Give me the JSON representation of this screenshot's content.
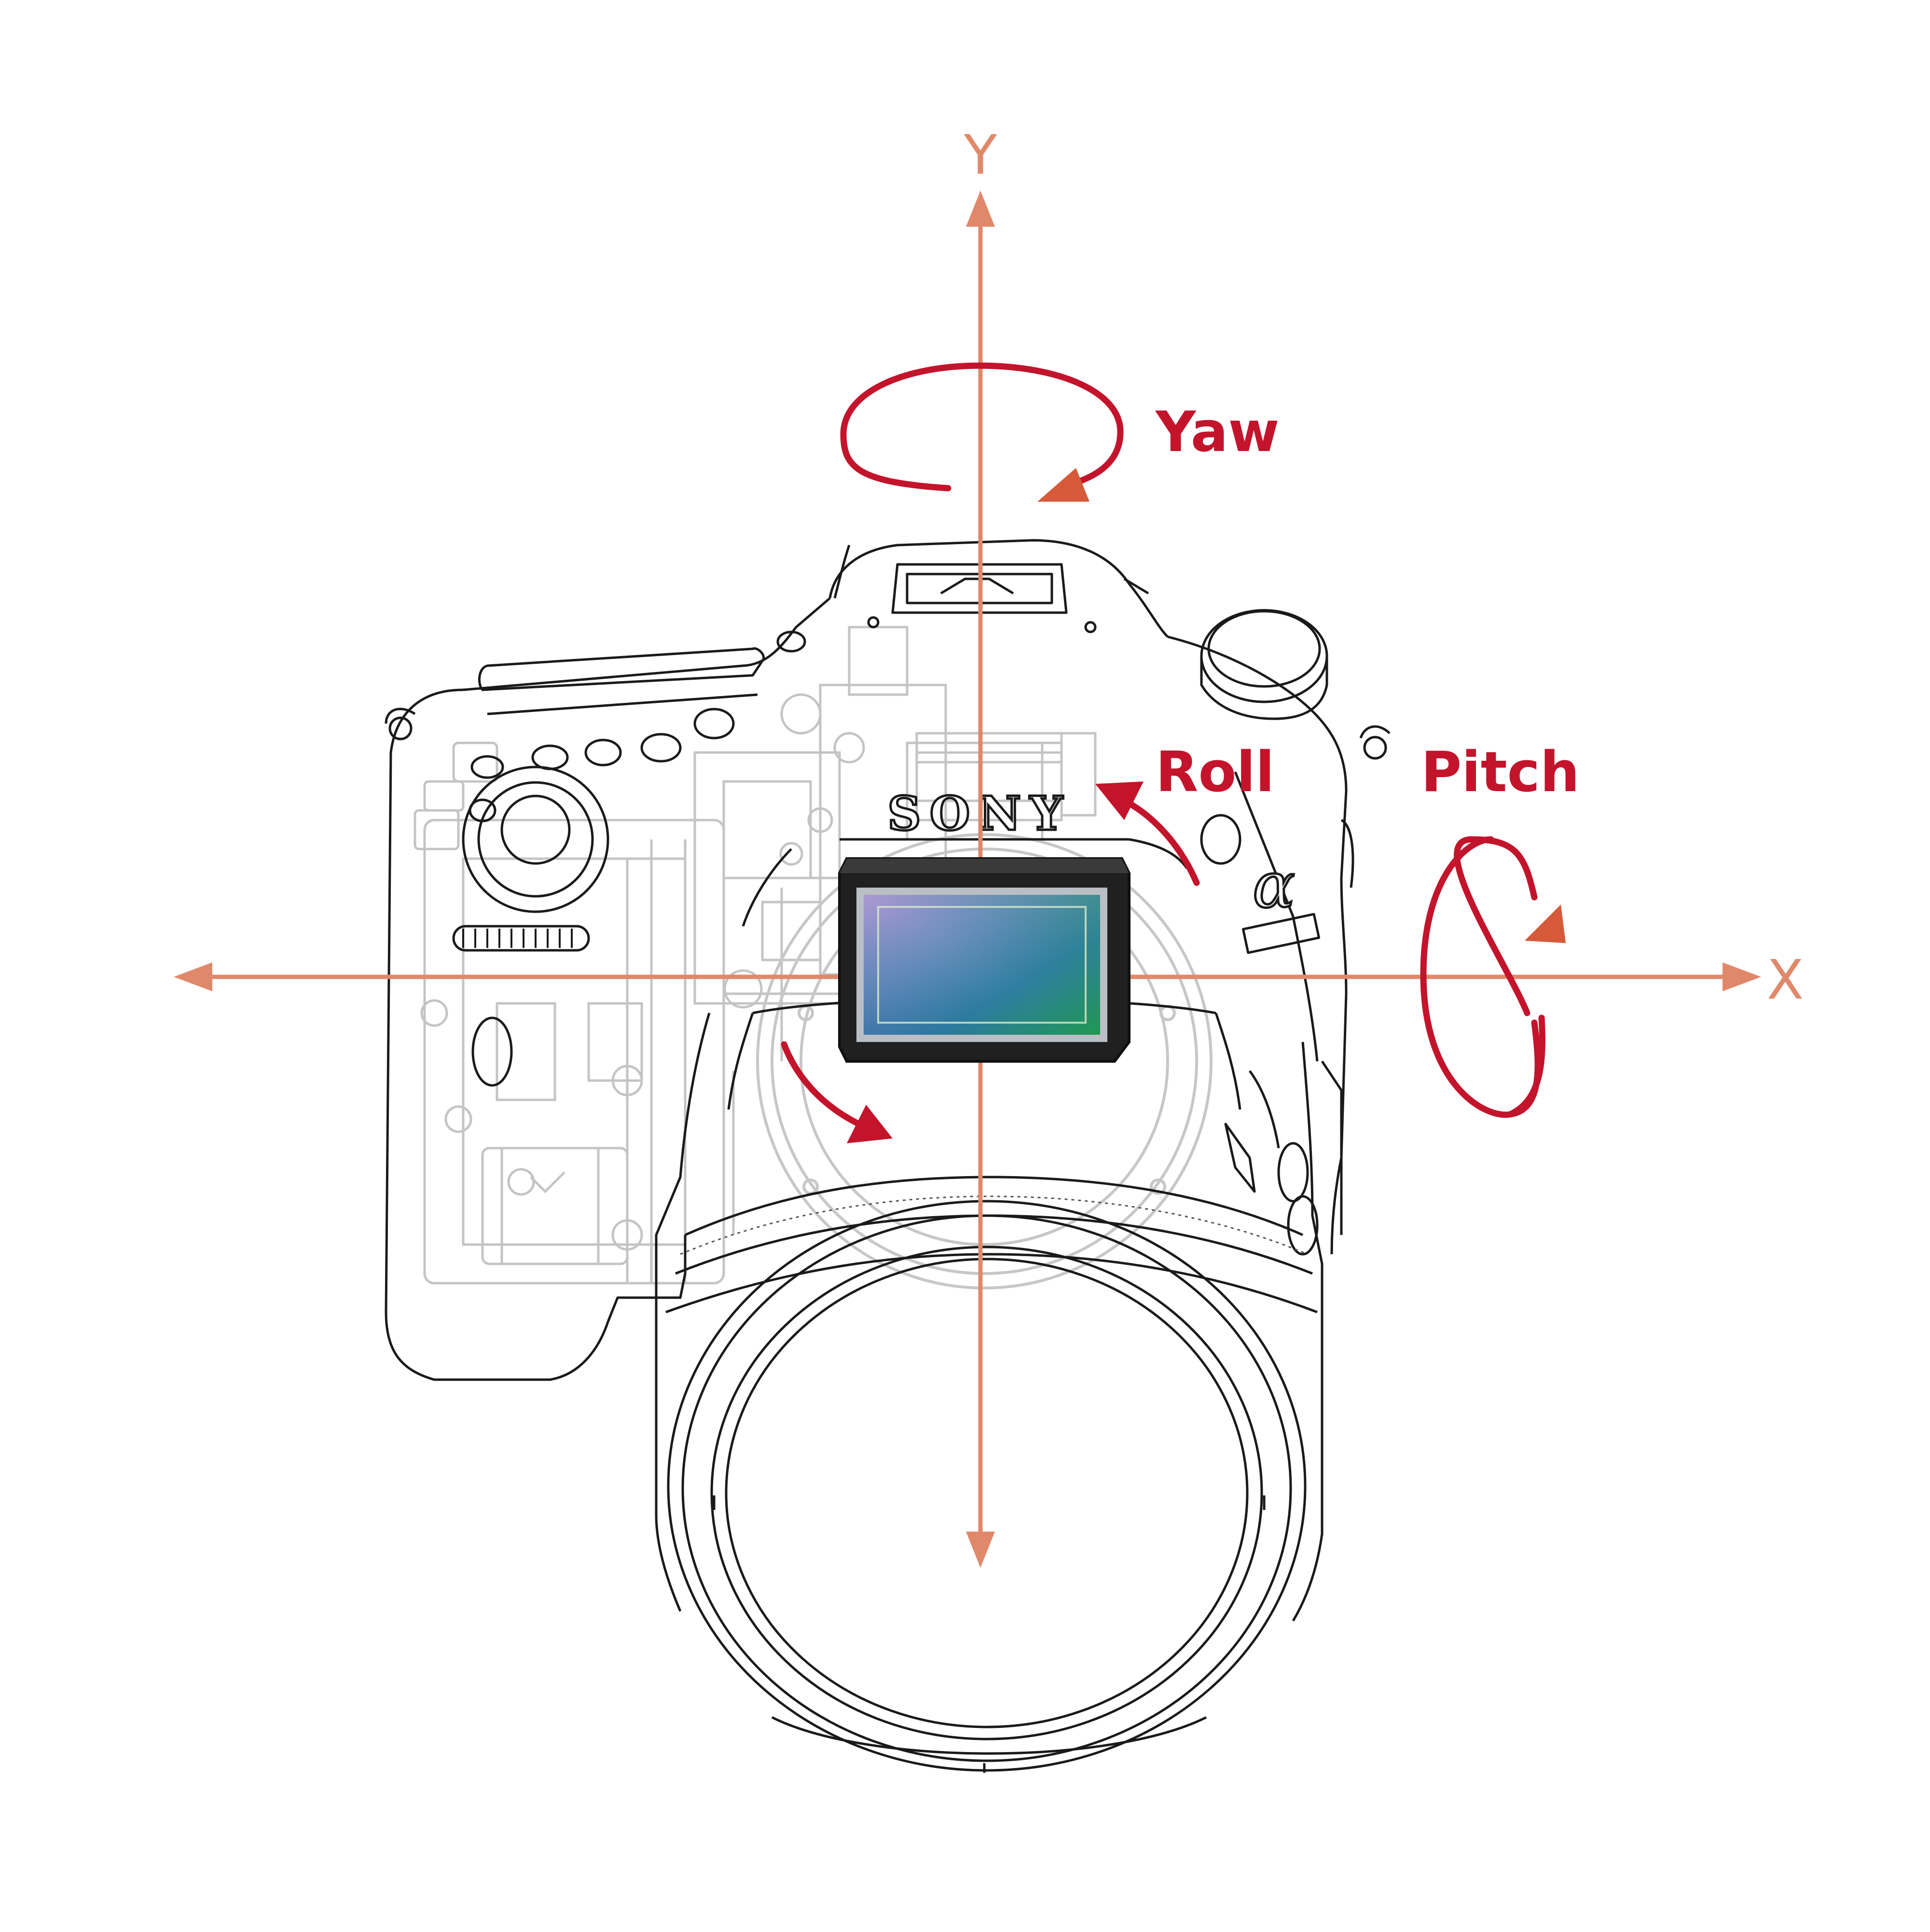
{
  "labels": {
    "y_axis": "Y",
    "x_axis": "X",
    "yaw": "Yaw",
    "roll": "Roll",
    "pitch": "Pitch"
  },
  "camera": {
    "brand": "SONY",
    "model_mark": "α"
  },
  "colors": {
    "axis": "#e0896a",
    "rotation": "#c3142c",
    "rotation_head": "#d65a3a",
    "outline": "#1a1a1a",
    "ghost": "#bdbdbd",
    "sensor_frame": "#1c1c1c"
  },
  "icons": {
    "sensor": "image-sensor-icon",
    "camera": "camera-body-outline"
  }
}
